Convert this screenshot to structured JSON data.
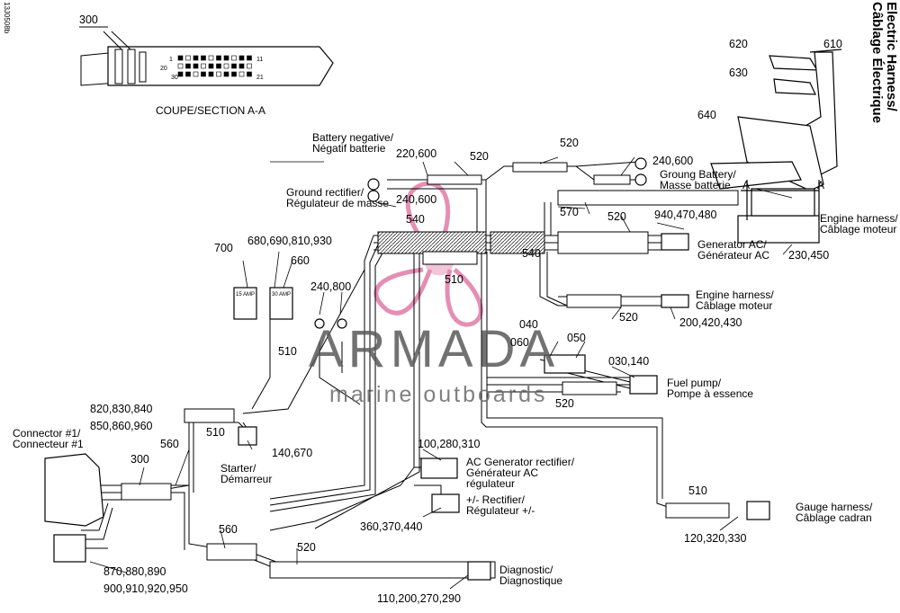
{
  "document_code": "13J0508b",
  "title_line1": "Electric Harness/",
  "title_line2": "Câblage Électrique",
  "section_label": "COUPE/SECTION A-A",
  "section_marker": "A",
  "watermark": {
    "brand": "ARMADA",
    "tagline": "marine outboards",
    "accent_color": "#e07ba6"
  },
  "part_numbers": {
    "p300_top": "300",
    "p300_mid": "300",
    "p620": "620",
    "p610": "610",
    "p630": "630",
    "p640": "640",
    "p220_600": "220,600",
    "p240_600_left": "240,600",
    "p240_600_right": "240,600",
    "p520_a": "520",
    "p520_b": "520",
    "p520_c": "520",
    "p520_d": "520",
    "p520_e": "520",
    "p540_a": "540",
    "p540_b": "540",
    "p570": "570",
    "p510_a": "510",
    "p510_b": "510",
    "p510_c": "510",
    "p510_d": "510",
    "p940": "940,470,480",
    "p230": "230,450",
    "p700": "700",
    "p680": "680,690,810,930",
    "p660": "660",
    "p240_800": "240,800",
    "p200_420": "200,420,430",
    "p040": "040",
    "p060": "060",
    "p050": "050",
    "p030": "030,140",
    "p820": "820,830,840",
    "p850": "850,860,960",
    "p560_a": "560",
    "p560_b": "560",
    "p140": "140,670",
    "p100": "100,280,310",
    "p360": "360,370,440",
    "p120": "120,320,330",
    "p870": "870,880,890",
    "p900": "900,910,920,950",
    "p110": "110,200,270,290"
  },
  "labels": {
    "battery_negative": "Battery negative/",
    "negatif_batterie": "Négatif batterie",
    "ground_rectifier": "Ground rectifier/",
    "regulateur_masse": "Régulateur de masse",
    "ground_battery": "Groung Battery/",
    "masse_batterie": "Masse batterie",
    "engine_harness_1": "Engine harness/",
    "cablage_moteur_1": "Câblage moteur",
    "generator_ac": "Generator AC/",
    "generateur_ac": "Générateur AC",
    "engine_harness_2": "Engine harness/",
    "cablage_moteur_2": "Câblage moteur",
    "fuel_pump": "Fuel pump/",
    "pompe_essence": "Pompe à essence",
    "connector_1": "Connector #1/",
    "connecteur_1": "Connecteur #1",
    "starter": "Starter/",
    "demarreur": "Démarreur",
    "ac_gen_rectifier": "AC Generator rectifier/",
    "generateur_ac_2": "Générateur AC",
    "regulateur": "régulateur",
    "rectifier_pm": "+/- Rectifier/",
    "regulateur_pm": "Régulateur +/-",
    "gauge_harness": "Gauge harness/",
    "cablage_cadran": "Câblage cadran",
    "diagnostic": "Diagnostic/",
    "diagnostique": "Diagnostique"
  },
  "fuse_labels": {
    "fuse_15": "15 AMP",
    "fuse_30": "30 AMP"
  },
  "pin_rows": {
    "row_top": [
      "11",
      "1"
    ],
    "row_bottom": [
      "21",
      "30",
      "20"
    ]
  }
}
